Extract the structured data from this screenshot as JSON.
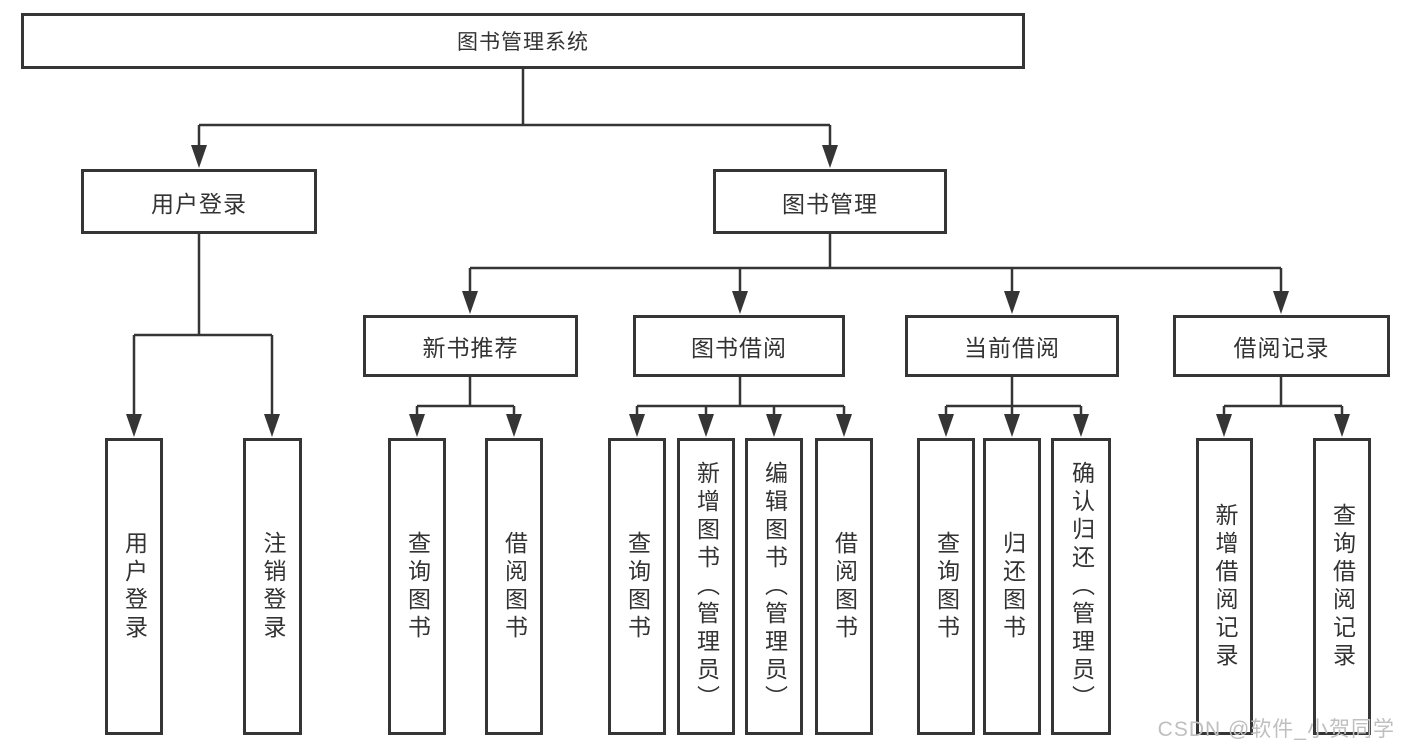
{
  "diagram": {
    "root": {
      "label": "图书管理系统"
    },
    "user_login": {
      "label": "用户登录",
      "children": [
        "用户登录",
        "注销登录"
      ]
    },
    "book_management": {
      "label": "图书管理"
    },
    "new_book_recommend": {
      "label": "新书推荐",
      "children": [
        "查询图书",
        "借阅图书"
      ]
    },
    "book_borrowing": {
      "label": "图书借阅",
      "children": [
        "查询图书",
        "新增图书（管理员）",
        "编辑图书（管理员）",
        "借阅图书"
      ]
    },
    "current_borrowing": {
      "label": "当前借阅",
      "children": [
        "查询图书",
        "归还图书",
        "确认归还（管理员）"
      ]
    },
    "borrowing_records": {
      "label": "借阅记录",
      "children": [
        "新增借阅记录",
        "查询借阅记录"
      ]
    },
    "colors": {
      "line": "#353535",
      "text": "#333333",
      "background": "#ffffff",
      "watermark": "#bfbfbf"
    },
    "watermark": "CSDN @软件_小贺同学"
  }
}
